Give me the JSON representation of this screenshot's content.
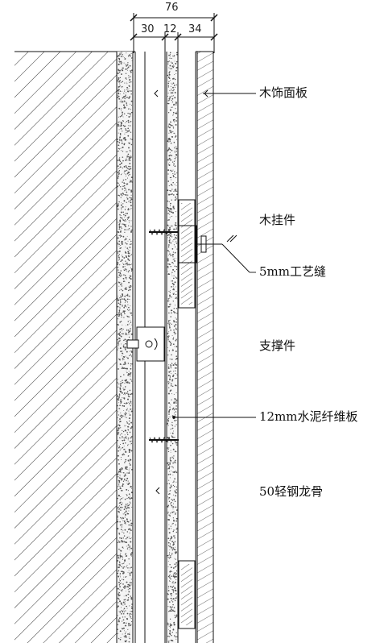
{
  "dimensions": {
    "total": "76",
    "parts": [
      "30",
      "12",
      "34"
    ]
  },
  "callouts": [
    {
      "id": "wood-panel",
      "text": "木饰面板"
    },
    {
      "id": "wood-hanger",
      "text": "木挂件"
    },
    {
      "id": "craft-gap",
      "text": "5mm工艺缝"
    },
    {
      "id": "support",
      "text": "支撑件"
    },
    {
      "id": "cement-board",
      "text": "12mm水泥纤维板"
    },
    {
      "id": "steel-keel",
      "text": "50轻钢龙骨"
    }
  ],
  "colors": {
    "line": "#111111",
    "speckle": "#555555",
    "background": "#ffffff"
  }
}
